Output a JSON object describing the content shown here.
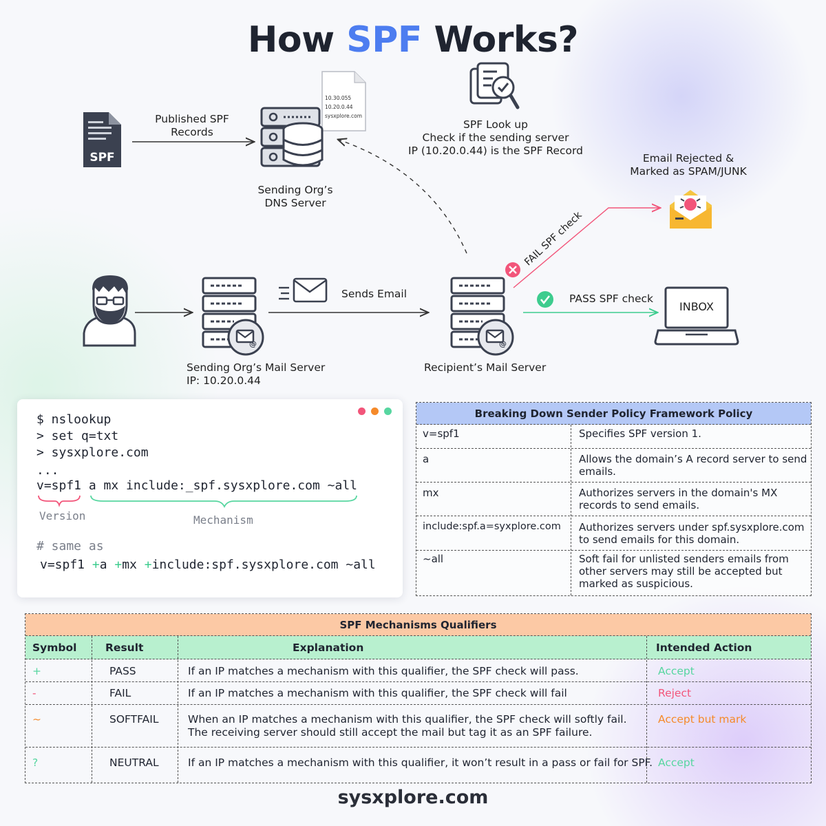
{
  "header": {
    "title_prefix": "How ",
    "title_accent": "SPF",
    "title_suffix": " Works?"
  },
  "diagram": {
    "spf_file_label": "SPF",
    "published_label": "Published SPF\nRecords",
    "dns_doc_lines": [
      "10.30.055",
      "10.20.0.44",
      "sysxplore.com"
    ],
    "dns_server_label": "Sending Org’s\nDNS Server",
    "lookup_label": "SPF Look up\nCheck if the sending server\nIP (10.20.0.44) is the SPF Record",
    "rejected_label": "Email Rejected &\nMarked as SPAM/JUNK",
    "fail_label": "FAIL SPF check",
    "pass_label": "PASS SPF check",
    "sends_label": "Sends Email",
    "inbox_label": "INBOX",
    "sender_server_label": "Sending Org’s Mail Server\nIP: 10.20.0.44",
    "recipient_server_label": "Recipient’s Mail Server"
  },
  "terminal": {
    "lines": [
      "$ nslookup",
      "> set q=txt",
      "> sysxplore.com",
      "..."
    ],
    "record": "v=spf1 a mx include:_spf.sysxplore.com ~all",
    "version_note": "Version",
    "mechanism_note": "Mechanism",
    "comment": "# same as",
    "expanded": {
      "p1": "v=spf1 ",
      "plus1": "+",
      "p2": "a ",
      "plus2": "+",
      "p3": "mx ",
      "plus3": "+",
      "p4": "include:spf.sysxplore.com ~all"
    }
  },
  "breakdown": {
    "title": "Breaking Down Sender Policy Framework Policy",
    "rows": [
      {
        "key": "v=spf1",
        "desc": "Specifies SPF version 1."
      },
      {
        "key": "a",
        "desc": "Allows the domain’s A record server to send emails."
      },
      {
        "key": "mx",
        "desc": "Authorizes servers in the domain's MX records to send emails."
      },
      {
        "key": "include:spf.a=syxplore.com",
        "desc": "Authorizes servers under spf.sysxplore.com to send emails for this domain."
      },
      {
        "key": "~all",
        "desc": "Soft fail for unlisted senders emails from other servers may still be accepted but marked as suspicious."
      }
    ]
  },
  "qualifiers": {
    "title": "SPF Mechanisms Qualifiers",
    "columns": [
      "Symbol",
      "Result",
      "Explanation",
      "Intended Action"
    ],
    "rows": [
      {
        "symbol": "+",
        "result": "PASS",
        "explanation": "If an IP matches a mechanism with this qualifier, the SPF check will pass.",
        "action": "Accept",
        "color": "#57d6a0"
      },
      {
        "symbol": "-",
        "result": "FAIL",
        "explanation": "If an IP matches a mechanism with this qualifier, the SPF check will fail",
        "action": "Reject",
        "color": "#f2557a"
      },
      {
        "symbol": "~",
        "result": "SOFTFAIL",
        "explanation": "When an IP matches a mechanism with this qualifier, the SPF check will softly fail.\nThe receiving server should still accept the mail but tag it as an SPF failure.",
        "action": "Accept but mark",
        "color": "#f58a2a"
      },
      {
        "symbol": "?",
        "result": "NEUTRAL",
        "explanation": "If an IP matches a mechanism with this qualifier, it won’t result in a pass or fail for SPF.",
        "action": "Accept",
        "color": "#57d6a0"
      }
    ]
  },
  "footer": {
    "site": "sysxplore.com"
  },
  "colors": {
    "accent": "#4d7df0",
    "pass": "#3dcc8e",
    "fail": "#f2557a",
    "softfail": "#f58a2a"
  }
}
